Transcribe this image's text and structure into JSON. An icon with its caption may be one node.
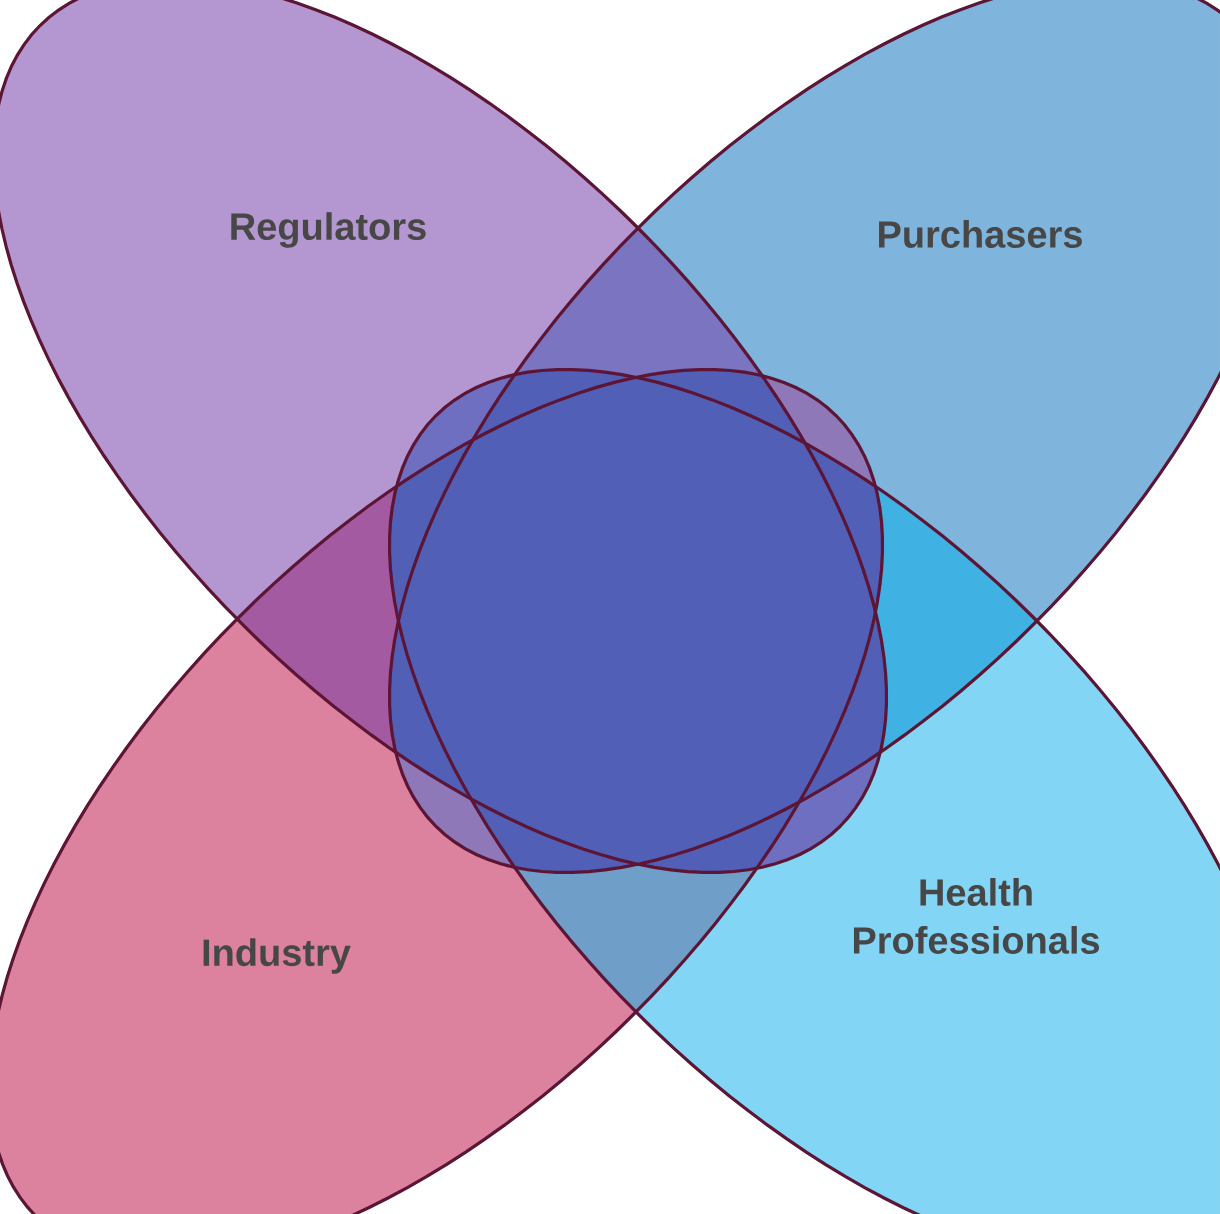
{
  "diagram": {
    "nodes": [
      {
        "text": [
          "Regulators"
        ]
      },
      {
        "text": [
          "Purchasers"
        ]
      },
      {
        "text": [
          "Health Professionals"
        ]
      },
      {
        "text": [
          "Industry"
        ]
      }
    ]
  }
}
